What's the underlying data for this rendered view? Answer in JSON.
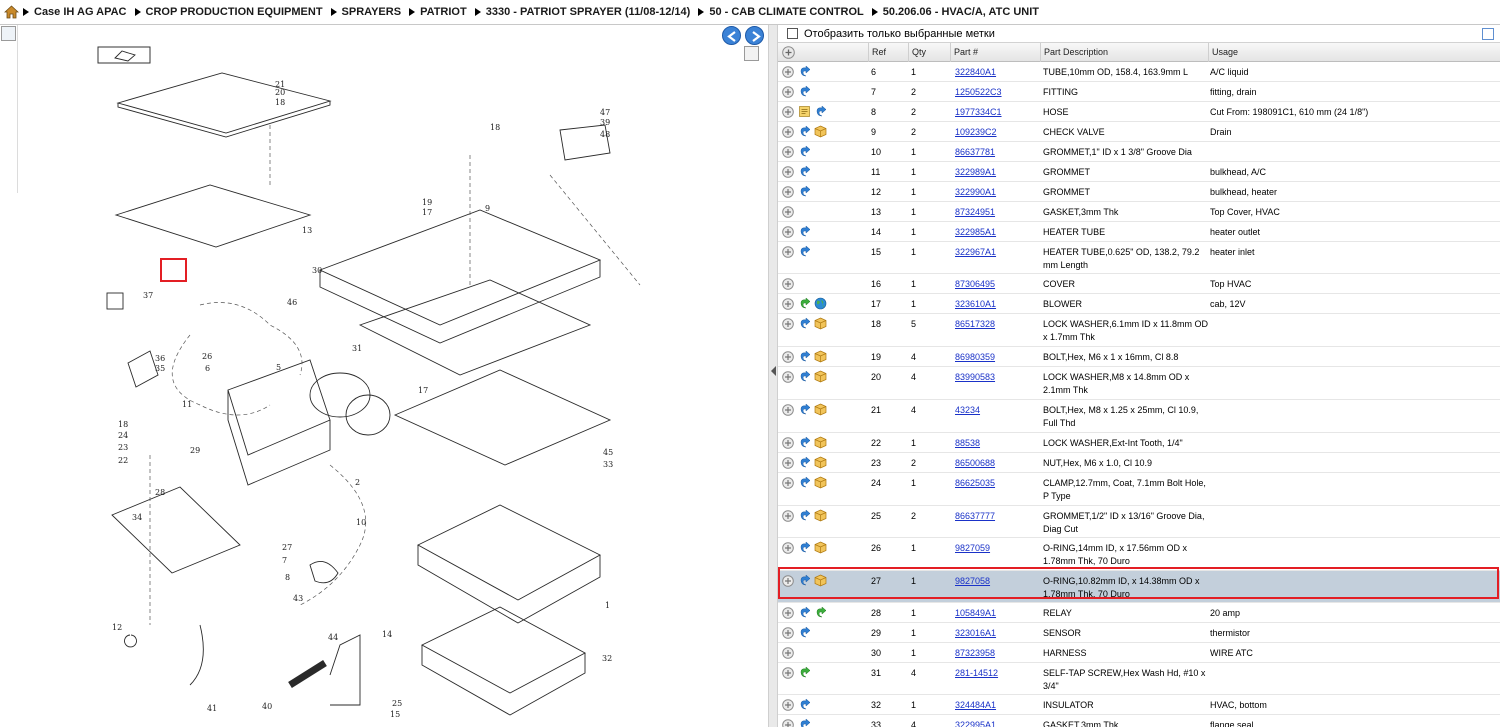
{
  "breadcrumb": [
    "Case IH AG APAC",
    "CROP PRODUCTION EQUIPMENT",
    "SPRAYERS",
    "PATRIOT",
    "3330 - PATRIOT SPRAYER (11/08-12/14)",
    "50 - CAB CLIMATE CONTROL",
    "50.206.06 - HVAC/A, ATC UNIT"
  ],
  "filter_label": "Отобразить только выбранные метки",
  "headers": {
    "ref": "Ref",
    "qty": "Qty",
    "part": "Part #",
    "desc": "Part Description",
    "usage": "Usage"
  },
  "diagram_labels": [
    "21",
    "20",
    "18",
    "18",
    "47",
    "39",
    "48",
    "19",
    "17",
    "9",
    "13",
    "30",
    "37",
    "46",
    "26",
    "6",
    "5",
    "31",
    "36",
    "35",
    "11",
    "17",
    "18",
    "24",
    "23",
    "22",
    "29",
    "28",
    "2",
    "10",
    "45",
    "33",
    "34",
    "27",
    "7",
    "8",
    "43",
    "1",
    "12",
    "44",
    "14",
    "32",
    "41",
    "40",
    "15",
    "25"
  ],
  "rows": [
    {
      "ref": "6",
      "qty": "1",
      "part": "322840A1",
      "desc": "TUBE,10mm OD, 158.4, 163.9mm L",
      "usage": "A/C liquid",
      "icons": [
        "return"
      ]
    },
    {
      "ref": "7",
      "qty": "2",
      "part": "1250522C3",
      "desc": "FITTING",
      "usage": "fitting, drain",
      "icons": [
        "return"
      ]
    },
    {
      "ref": "8",
      "qty": "2",
      "part": "1977334C1",
      "desc": "HOSE",
      "usage": "Cut From: 198091C1, 610 mm (24 1/8\")",
      "icons": [
        "note",
        "return"
      ]
    },
    {
      "ref": "9",
      "qty": "2",
      "part": "109239C2",
      "desc": "CHECK VALVE",
      "usage": "Drain",
      "icons": [
        "return",
        "box"
      ]
    },
    {
      "ref": "10",
      "qty": "1",
      "part": "86637781",
      "desc": "GROMMET,1\" ID x 1 3/8\" Groove Dia",
      "usage": "",
      "icons": [
        "return"
      ]
    },
    {
      "ref": "11",
      "qty": "1",
      "part": "322989A1",
      "desc": "GROMMET",
      "usage": "bulkhead, A/C",
      "icons": [
        "return"
      ]
    },
    {
      "ref": "12",
      "qty": "1",
      "part": "322990A1",
      "desc": "GROMMET",
      "usage": "bulkhead, heater",
      "icons": [
        "return"
      ]
    },
    {
      "ref": "13",
      "qty": "1",
      "part": "87324951",
      "desc": "GASKET,3mm Thk",
      "usage": "Top Cover, HVAC",
      "icons": []
    },
    {
      "ref": "14",
      "qty": "1",
      "part": "322985A1",
      "desc": "HEATER TUBE",
      "usage": "heater outlet",
      "icons": [
        "return"
      ]
    },
    {
      "ref": "15",
      "qty": "1",
      "part": "322967A1",
      "desc": "HEATER TUBE,0.625\" OD, 138.2, 79.2 mm Length",
      "usage": "heater inlet",
      "icons": [
        "return"
      ]
    },
    {
      "ref": "16",
      "qty": "1",
      "part": "87306495",
      "desc": "COVER",
      "usage": "Top HVAC",
      "icons": []
    },
    {
      "ref": "17",
      "qty": "1",
      "part": "323610A1",
      "desc": "BLOWER",
      "usage": "cab, 12V",
      "icons": [
        "forward",
        "globe"
      ]
    },
    {
      "ref": "18",
      "qty": "5",
      "part": "86517328",
      "desc": "LOCK WASHER,6.1mm ID x 11.8mm OD x 1.7mm Thk",
      "usage": "",
      "icons": [
        "return",
        "box"
      ]
    },
    {
      "ref": "19",
      "qty": "4",
      "part": "86980359",
      "desc": "BOLT,Hex, M6 x 1 x 16mm, Cl 8.8",
      "usage": "",
      "icons": [
        "return",
        "box"
      ]
    },
    {
      "ref": "20",
      "qty": "4",
      "part": "83990583",
      "desc": "LOCK WASHER,M8 x 14.8mm OD x 2.1mm Thk",
      "usage": "",
      "icons": [
        "return",
        "box"
      ]
    },
    {
      "ref": "21",
      "qty": "4",
      "part": "43234",
      "desc": "BOLT,Hex, M8 x 1.25 x 25mm, Cl 10.9, Full Thd",
      "usage": "",
      "icons": [
        "return",
        "box"
      ]
    },
    {
      "ref": "22",
      "qty": "1",
      "part": "88538",
      "desc": "LOCK WASHER,Ext-Int Tooth, 1/4\"",
      "usage": "",
      "icons": [
        "return",
        "box"
      ]
    },
    {
      "ref": "23",
      "qty": "2",
      "part": "86500688",
      "desc": "NUT,Hex, M6 x 1.0, Cl 10.9",
      "usage": "",
      "icons": [
        "return",
        "box"
      ]
    },
    {
      "ref": "24",
      "qty": "1",
      "part": "86625035",
      "desc": "CLAMP,12.7mm, Coat, 7.1mm Bolt Hole, P Type",
      "usage": "",
      "icons": [
        "return",
        "box"
      ]
    },
    {
      "ref": "25",
      "qty": "2",
      "part": "86637777",
      "desc": "GROMMET,1/2\" ID x 13/16\" Groove Dia, Diag Cut",
      "usage": "",
      "icons": [
        "return",
        "box"
      ]
    },
    {
      "ref": "26",
      "qty": "1",
      "part": "9827059",
      "desc": "O-RING,14mm ID, x 17.56mm OD x 1.78mm Thk, 70 Duro",
      "usage": "",
      "icons": [
        "return",
        "box"
      ]
    },
    {
      "ref": "27",
      "qty": "1",
      "part": "9827058",
      "desc": "O-RING,10.82mm ID, x 14.38mm OD x 1.78mm Thk, 70 Duro",
      "usage": "",
      "icons": [
        "return",
        "box"
      ],
      "selected": true
    },
    {
      "ref": "28",
      "qty": "1",
      "part": "105849A1",
      "desc": "RELAY",
      "usage": "20 amp",
      "icons": [
        "return",
        "forward"
      ]
    },
    {
      "ref": "29",
      "qty": "1",
      "part": "323016A1",
      "desc": "SENSOR",
      "usage": "thermistor",
      "icons": [
        "return"
      ]
    },
    {
      "ref": "30",
      "qty": "1",
      "part": "87323958",
      "desc": "HARNESS",
      "usage": "WIRE ATC",
      "icons": []
    },
    {
      "ref": "31",
      "qty": "4",
      "part": "281-14512",
      "desc": "SELF-TAP SCREW,Hex Wash Hd, #10 x 3/4\"",
      "usage": "",
      "icons": [
        "forward"
      ]
    },
    {
      "ref": "32",
      "qty": "1",
      "part": "324484A1",
      "desc": "INSULATOR",
      "usage": "HVAC, bottom",
      "icons": [
        "return"
      ]
    },
    {
      "ref": "33",
      "qty": "4",
      "part": "322995A1",
      "desc": "GASKET,3mm Thk",
      "usage": "flange seal",
      "icons": [
        "return"
      ]
    }
  ],
  "colors": {
    "accent": "#3b82d6",
    "link": "#1a32c8",
    "highlight": "#e31e24",
    "selected_row": "#c3cfdb"
  }
}
